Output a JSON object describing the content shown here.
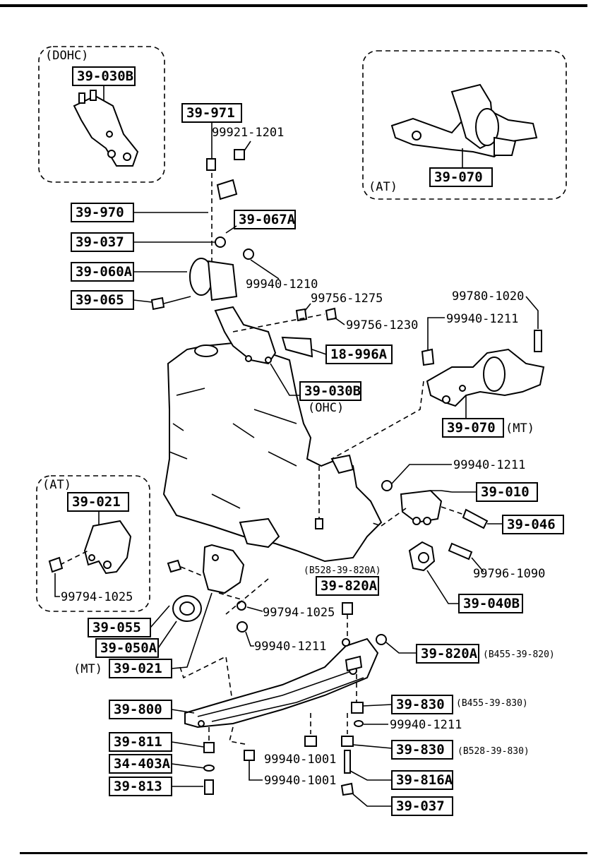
{
  "insets": {
    "dohc": {
      "caption": "(DOHC)",
      "part": "39-030B"
    },
    "at_top": {
      "caption": "(AT)",
      "part": "39-070"
    },
    "at_left": {
      "caption": "(AT)",
      "part": "39-021",
      "bolt": "99794-1025"
    }
  },
  "labels": {
    "p39_971": "39-971",
    "p99921_1201": "99921-1201",
    "p39_970": "39-970",
    "p39_067A": "39-067A",
    "p39_037a": "39-037",
    "p39_060A": "39-060A",
    "p99940_1210": "99940-1210",
    "p39_065": "39-065",
    "p99756_1275": "99756-1275",
    "p99756_1230": "99756-1230",
    "p18_996A": "18-996A",
    "p39_030B": "39-030B",
    "ohc": "(OHC)",
    "p99780_1020": "99780-1020",
    "p99940_1211a": "99940-1211",
    "p39_070": "39-070",
    "mt1": "(MT)",
    "p99940_1211b": "99940-1211",
    "p39_010": "39-010",
    "p39_046": "39-046",
    "p99796_1090": "99796-1090",
    "p39_040B": "39-040B",
    "note_820A": "(B528-39-820A)",
    "p39_820A_top": "39-820A",
    "p99794_1025": "99794-1025",
    "p39_055": "39-055",
    "p39_050A": "39-050A",
    "p99940_1211c": "99940-1211",
    "mt2": "(MT)",
    "p39_021": "39-021",
    "p39_820A_side": "39-820A",
    "note_B455_820": "(B455-39-820)",
    "p39_800": "39-800",
    "p39_830a": "39-830",
    "note_B455_830": "(B455-39-830)",
    "p99940_1211d": "99940-1211",
    "p39_811": "39-811",
    "p99940_1001a": "99940-1001",
    "p39_830b": "39-830",
    "note_B528_830": "(B528-39-830)",
    "p34_403A": "34-403A",
    "p39_816A": "39-816A",
    "p99940_1001b": "99940-1001",
    "p39_813": "39-813",
    "p39_037b": "39-037"
  }
}
